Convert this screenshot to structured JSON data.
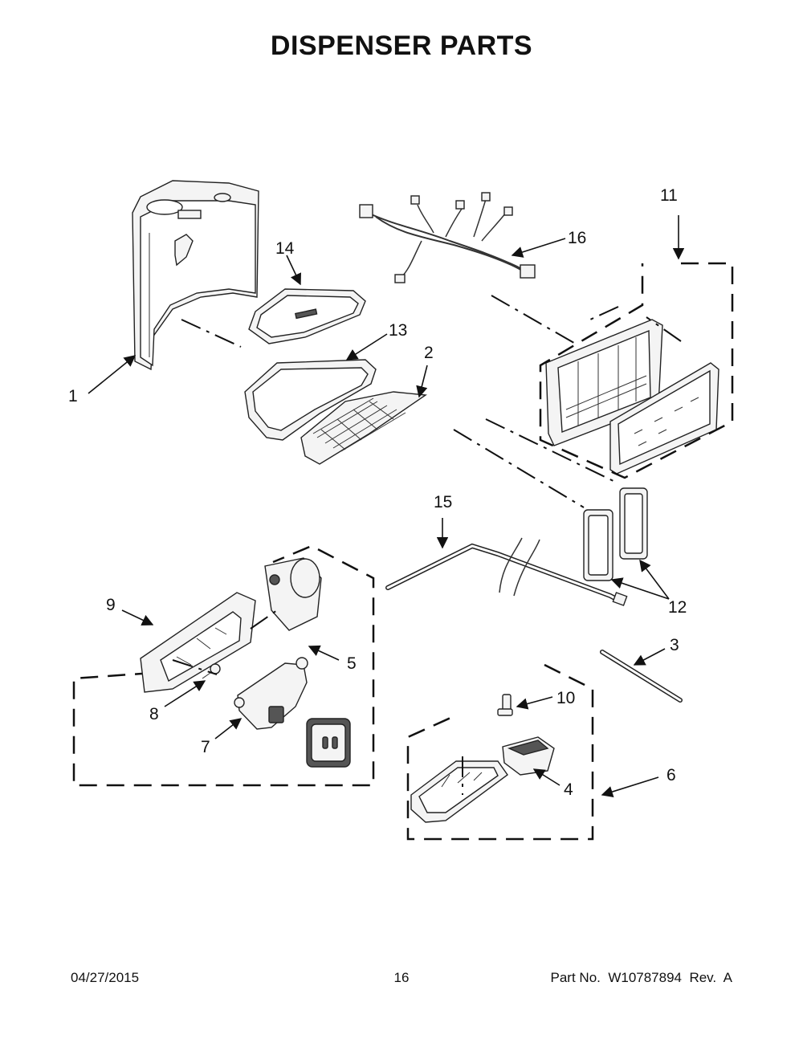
{
  "title": "DISPENSER PARTS",
  "callouts": {
    "c1": "1",
    "c2": "2",
    "c3": "3",
    "c4": "4",
    "c5": "5",
    "c6": "6",
    "c7": "7",
    "c8": "8",
    "c9": "9",
    "c10": "10",
    "c11": "11",
    "c12": "12",
    "c13": "13",
    "c14": "14",
    "c15": "15",
    "c16": "16"
  },
  "footer": {
    "date": "04/27/2015",
    "page": "16",
    "part_no": "Part No.  W10787894  Rev.  A"
  }
}
